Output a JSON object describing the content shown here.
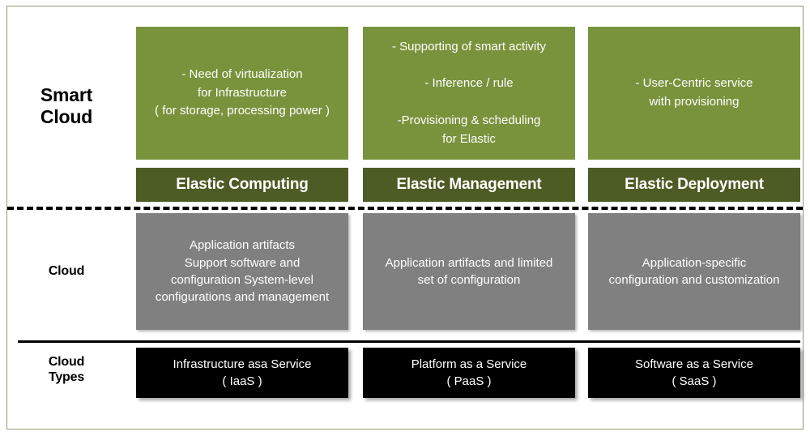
{
  "diagram": {
    "title": "Smart Cloud vs Cloud layered comparison",
    "colors": {
      "green": "#79933C",
      "dark_green": "#4D5B24",
      "gray": "#808080",
      "black": "#000000",
      "frame": "#8F9B6E"
    },
    "row_labels": {
      "smart_cloud": "Smart\nCloud",
      "cloud": "Cloud",
      "cloud_types": "Cloud\nTypes"
    },
    "columns": [
      {
        "green_text": "- Need of virtualization\nfor Infrastructure\n( for storage, processing power )",
        "green_bar": "Elastic Computing",
        "gray_text": "Application artifacts\nSupport software and\nconfiguration System-level\nconfigurations and management",
        "black_text": "Infrastructure asa Service\n( IaaS )"
      },
      {
        "green_text": "- Supporting of smart activity\n\n- Inference / rule\n\n-Provisioning & scheduling\nfor Elastic",
        "green_bar": "Elastic Management",
        "gray_text": "Application artifacts and limited\nset of configuration",
        "black_text": "Platform as a Service\n( PaaS )"
      },
      {
        "green_text": "- User-Centric service\nwith provisioning",
        "green_bar": "Elastic Deployment",
        "gray_text": "Application-specific\nconfiguration and customization",
        "black_text": "Software as a Service\n( SaaS )"
      }
    ]
  }
}
